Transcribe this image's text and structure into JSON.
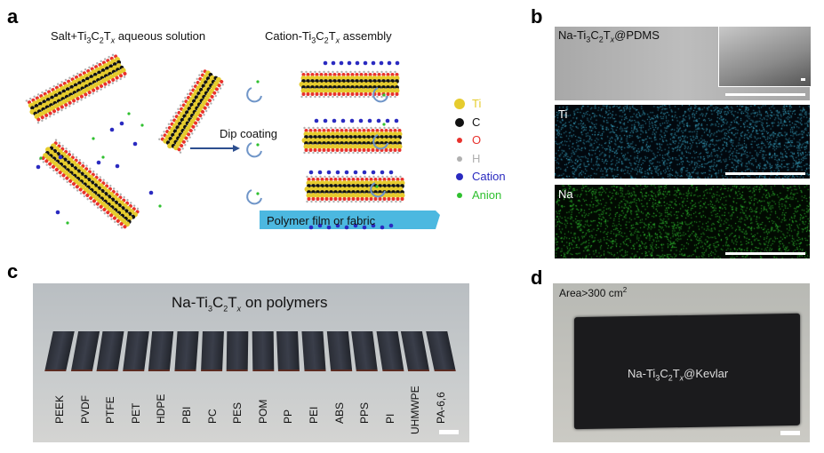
{
  "panels": {
    "a": {
      "label": "a",
      "left_title": {
        "pre": "Salt+Ti",
        "s1": "3",
        "m1": "C",
        "s2": "2",
        "m2": "T",
        "s3": "x",
        "post": " aqueous solution"
      },
      "right_title": {
        "pre": "Cation-Ti",
        "s1": "3",
        "m1": "C",
        "s2": "2",
        "m2": "T",
        "s3": "x",
        "post": " assembly"
      },
      "arrow_label": "Dip coating",
      "substrate_label": "Polymer film or fabric",
      "legend": [
        {
          "name": "Ti",
          "color": "#e6cc2e"
        },
        {
          "name": "C",
          "color": "#111111"
        },
        {
          "name": "O",
          "color": "#e8322d"
        },
        {
          "name": "H",
          "color": "#b0b0b0"
        },
        {
          "name": "Cation",
          "color": "#2a2ac0"
        },
        {
          "name": "Anion",
          "color": "#2fc02f"
        }
      ]
    },
    "b": {
      "label": "b",
      "sem_label": {
        "pre": "Na-Ti",
        "s1": "3",
        "m1": "C",
        "s2": "2",
        "m2": "T",
        "s3": "x",
        "post": "@PDMS"
      },
      "map_ti": "Ti",
      "map_na": "Na",
      "ti_color": "#3fb6d8",
      "na_color": "#36d636"
    },
    "c": {
      "label": "c",
      "title": {
        "pre": "Na-Ti",
        "s1": "3",
        "m1": "C",
        "s2": "2",
        "m2": "T",
        "s3": "x",
        "post": " on polymers"
      },
      "samples": [
        "PEEK",
        "PVDF",
        "PTFE",
        "PET",
        "HDPE",
        "PBI",
        "PC",
        "PES",
        "POM",
        "PP",
        "PEI",
        "ABS",
        "PPS",
        "PI",
        "UHMWPE",
        "PA-6,6"
      ]
    },
    "d": {
      "label": "d",
      "area_label": {
        "pre": "Area>300 cm",
        "sup": "2"
      },
      "fabric_label": {
        "pre": "Na-Ti",
        "s1": "3",
        "m1": "C",
        "s2": "2",
        "m2": "T",
        "s3": "x",
        "post": "@Kevlar"
      }
    }
  }
}
